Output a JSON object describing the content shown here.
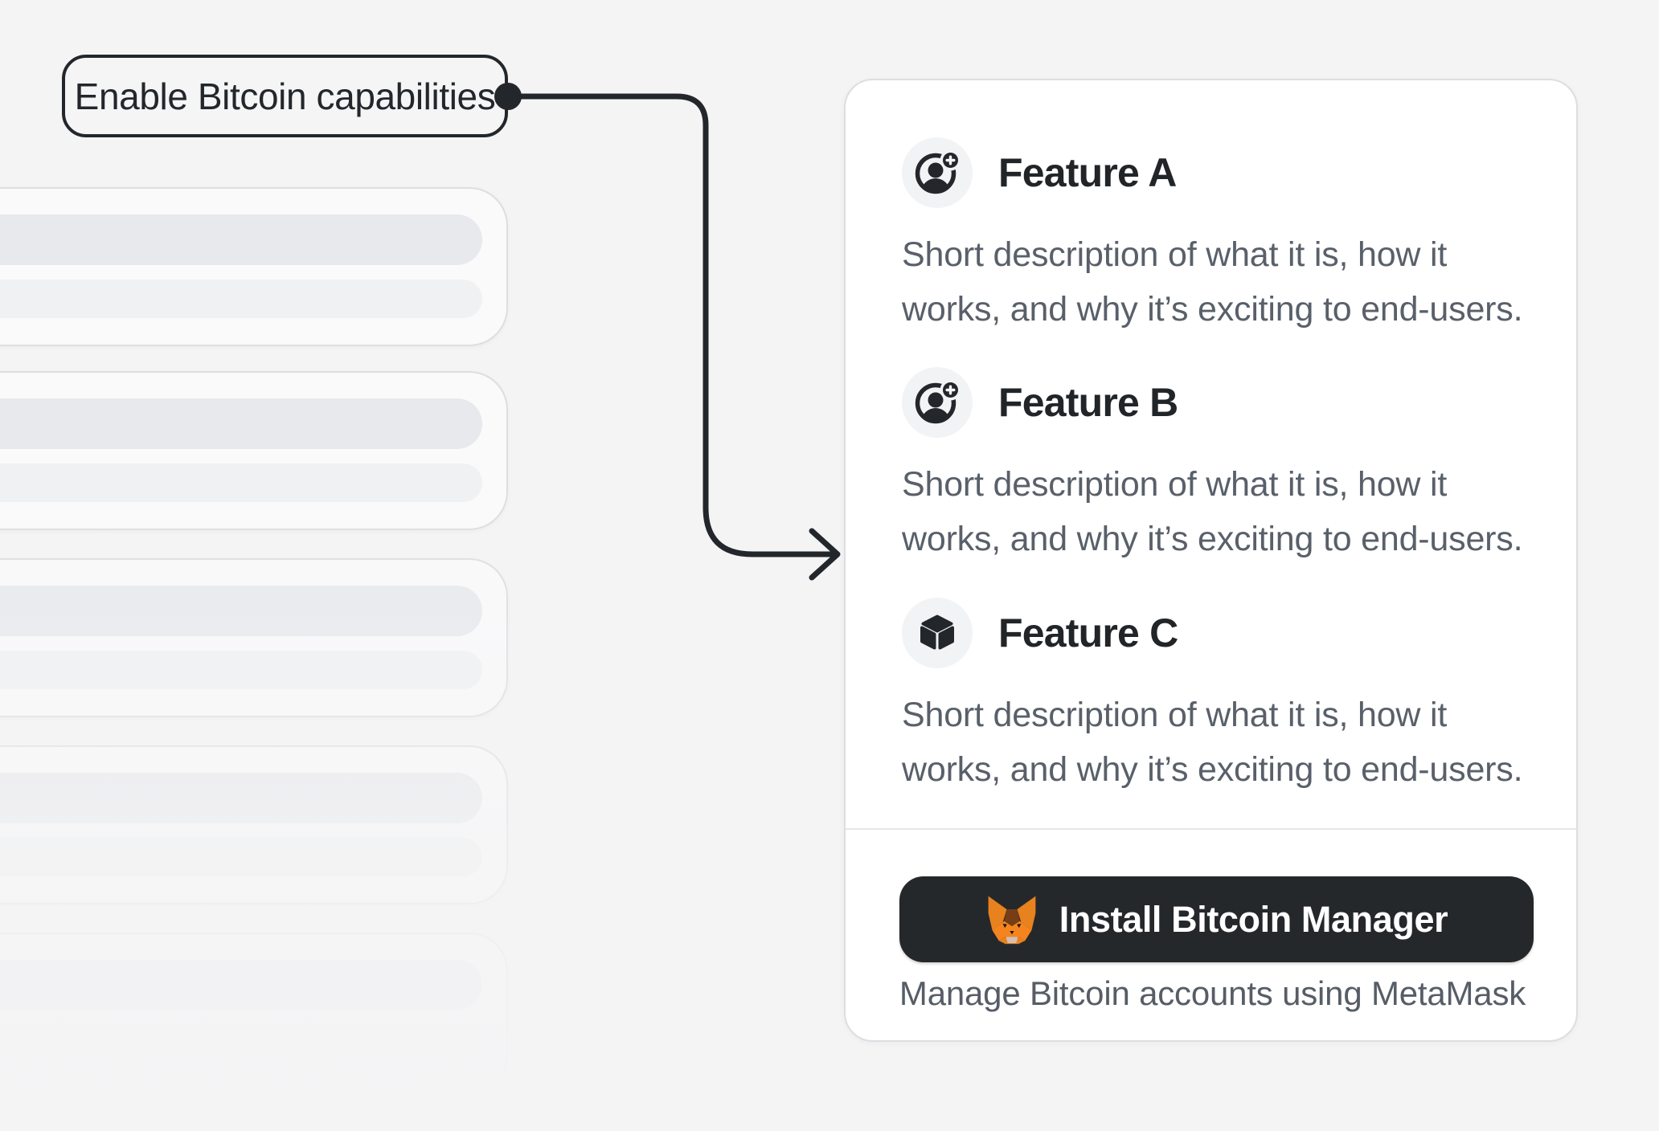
{
  "callout": {
    "label": "Enable Bitcoin capabilities"
  },
  "features": [
    {
      "title": "Feature A",
      "icon": "account-plus-icon",
      "lines": [
        "Short description of what it is, how it",
        "works, and why it’s exciting to end-users."
      ]
    },
    {
      "title": "Feature B",
      "icon": "account-plus-icon",
      "lines": [
        "Short description of what it is, how it",
        "works, and why it’s exciting to end-users."
      ]
    },
    {
      "title": "Feature C",
      "icon": "cube-icon",
      "lines": [
        "Short description of what it is, how it",
        "works, and why it’s exciting to end-users."
      ]
    }
  ],
  "cta": {
    "button_label": "Install Bitcoin Manager",
    "caption": "Manage Bitcoin accounts using MetaMask"
  },
  "colors": {
    "page_background": "#f4f4f5",
    "accent_dark": "#23272c",
    "heading_text": "#222528",
    "body_text": "#59606a",
    "button_background": "#25282b",
    "card_border": "#dcdee1",
    "fox_orange": "#E8821E",
    "fox_brown": "#763D16"
  }
}
